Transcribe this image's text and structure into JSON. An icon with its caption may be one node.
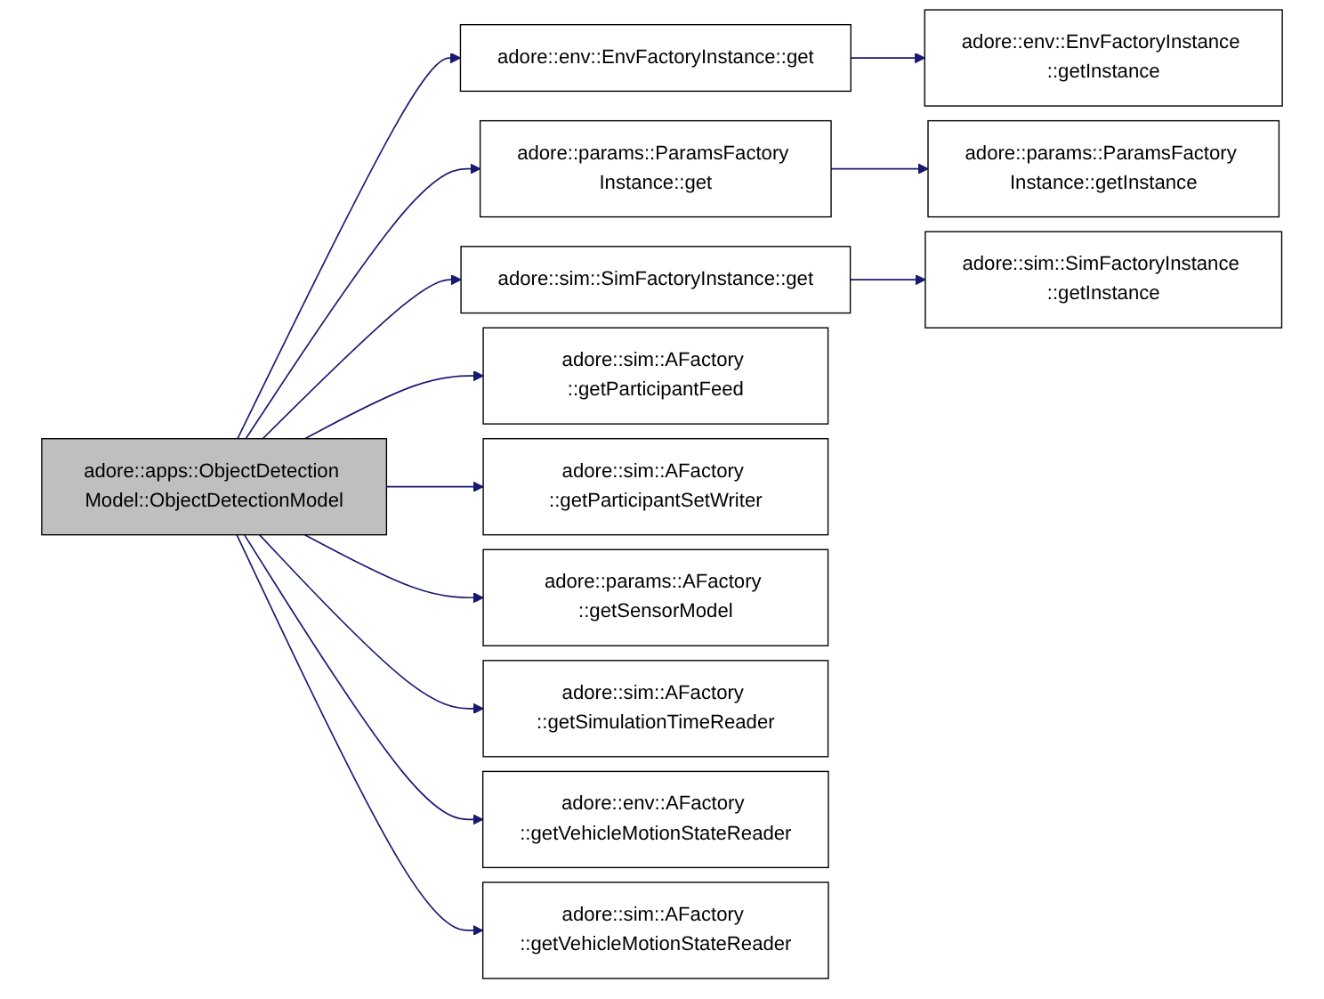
{
  "diagram": {
    "nodes": [
      {
        "text": [
          "adore::apps::ObjectDetection Model::ObjectDetectionModel"
        ]
      },
      {
        "text": [
          "adore::env::EnvFactoryInstance::get"
        ]
      },
      {
        "text": [
          "adore::env::EnvFactoryInstance ::getInstance"
        ]
      },
      {
        "text": [
          "adore::params::ParamsFactory Instance::get"
        ]
      },
      {
        "text": [
          "adore::params::ParamsFactory Instance::getInstance"
        ]
      },
      {
        "text": [
          "adore::sim::SimFactoryInstance::get"
        ]
      },
      {
        "text": [
          "adore::sim::SimFactoryInstance ::getInstance"
        ]
      },
      {
        "text": [
          "adore::sim::AFactory ::getParticipantFeed"
        ]
      },
      {
        "text": [
          "adore::sim::AFactory ::getParticipantSetWriter"
        ]
      },
      {
        "text": [
          "adore::params::AFactory ::getSensorModel"
        ]
      },
      {
        "text": [
          "adore::sim::AFactory ::getSimulationTimeReader"
        ]
      },
      {
        "text": [
          "adore::env::AFactory ::getVehicleMotionStateReader"
        ]
      },
      {
        "text": [
          "adore::sim::AFactory ::getVehicleMotionStateReader"
        ]
      }
    ],
    "edges": [
      {
        "from": 0,
        "to": 1,
        "arrow": "to"
      },
      {
        "from": 1,
        "to": 2,
        "arrow": "to"
      },
      {
        "from": 0,
        "to": 3,
        "arrow": "to"
      },
      {
        "from": 3,
        "to": 4,
        "arrow": "to"
      },
      {
        "from": 0,
        "to": 5,
        "arrow": "to"
      },
      {
        "from": 5,
        "to": 6,
        "arrow": "to"
      },
      {
        "from": 0,
        "to": 7,
        "arrow": "to"
      },
      {
        "from": 0,
        "to": 8,
        "arrow": "to"
      },
      {
        "from": 0,
        "to": 9,
        "arrow": "to"
      },
      {
        "from": 0,
        "to": 10,
        "arrow": "to"
      },
      {
        "from": 0,
        "to": 11,
        "arrow": "to"
      },
      {
        "from": 0,
        "to": 12,
        "arrow": "to"
      }
    ]
  }
}
